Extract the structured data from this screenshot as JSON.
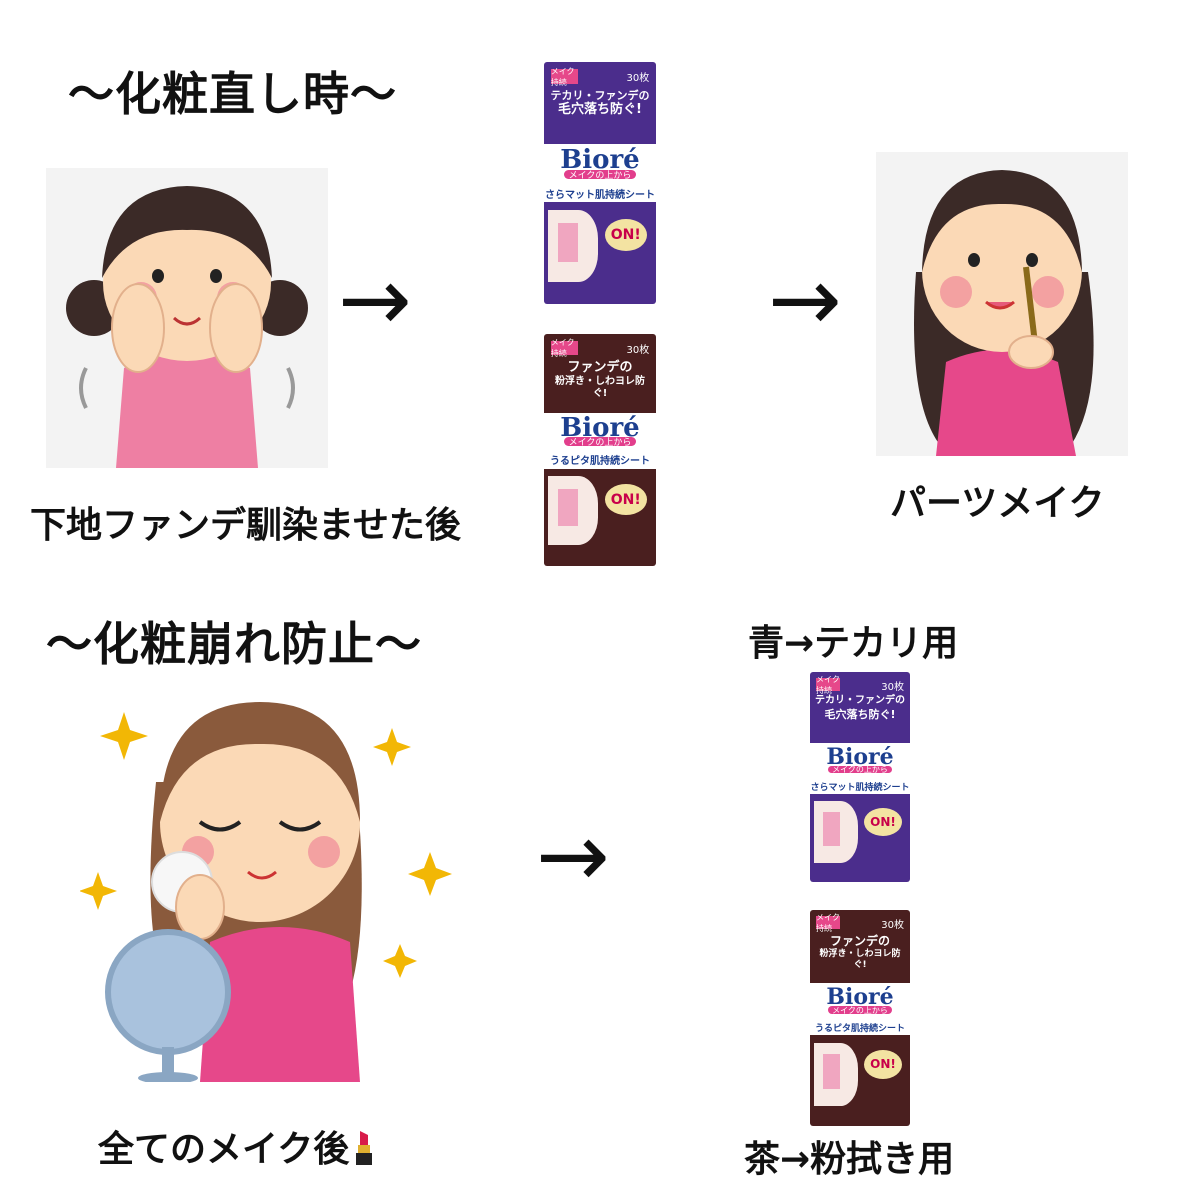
{
  "headings": {
    "retouch": "〜化粧直し時〜",
    "prevention": "〜化粧崩れ防止〜"
  },
  "captions": {
    "after_foundation": "下地ファンデ馴染ませた後",
    "parts_makeup": "パーツメイク",
    "after_all_makeup": "全てのメイク後",
    "blue_use": "青→テカリ用",
    "brown_use": "茶→粉拭き用"
  },
  "arrow": "→",
  "icons": {
    "lipstick": "lipstick-icon"
  },
  "products": {
    "blue": {
      "tag": "メイク持続",
      "count": "30枚",
      "catch_line1": "テカリ・ファンデの",
      "catch_line2": "毛穴落ち防ぐ!",
      "brand": "Bioré",
      "pill": "メイクの上から",
      "sub": "さらマット肌持続シート",
      "on": "ON!",
      "color": "#4b2d8c"
    },
    "brown": {
      "tag": "メイク持続",
      "count": "30枚",
      "catch_line1": "ファンデの",
      "catch_line2": "粉浮き・しわヨレ防ぐ!",
      "brand": "Bioré",
      "pill": "メイクの上から",
      "sub": "うるピタ肌持続シート",
      "on": "ON!",
      "color": "#4a1f1f"
    }
  },
  "colors": {
    "skin": "#fbd9b6",
    "cheek": "#f3a1a1",
    "hair_dark": "#3b2a27",
    "hair_brown": "#8a5a3c",
    "shirt_pink": "#ee7fa3",
    "shirt_magenta": "#e64a86",
    "sparkle": "#f2b705"
  }
}
